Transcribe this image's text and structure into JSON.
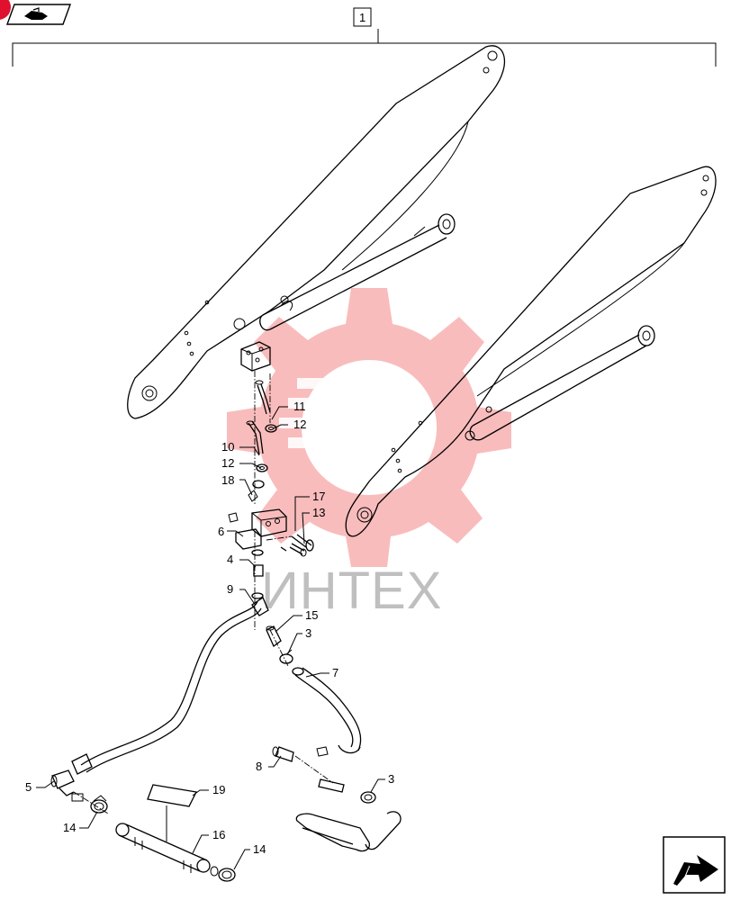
{
  "assembly_label": "1",
  "watermark_text": "ИНТЕХ",
  "colors": {
    "watermark": "#f26b6b",
    "badge": "#e0102f",
    "line": "#000000"
  },
  "icons": {
    "top_left": "book-open-icon",
    "bottom_right": "next-page-arrow-icon"
  },
  "callouts": [
    {
      "id": "c11",
      "text": "11"
    },
    {
      "id": "c12a",
      "text": "12"
    },
    {
      "id": "c10",
      "text": "10"
    },
    {
      "id": "c12b",
      "text": "12"
    },
    {
      "id": "c18",
      "text": "18"
    },
    {
      "id": "c17",
      "text": "17"
    },
    {
      "id": "c13",
      "text": "13"
    },
    {
      "id": "c6",
      "text": "6"
    },
    {
      "id": "c4",
      "text": "4"
    },
    {
      "id": "c9",
      "text": "9"
    },
    {
      "id": "c15",
      "text": "15"
    },
    {
      "id": "c3a",
      "text": "3"
    },
    {
      "id": "c7",
      "text": "7"
    },
    {
      "id": "c8",
      "text": "8"
    },
    {
      "id": "c3b",
      "text": "3"
    },
    {
      "id": "c5",
      "text": "5"
    },
    {
      "id": "c19",
      "text": "19"
    },
    {
      "id": "c14a",
      "text": "14"
    },
    {
      "id": "c16",
      "text": "16"
    },
    {
      "id": "c14b",
      "text": "14"
    }
  ]
}
